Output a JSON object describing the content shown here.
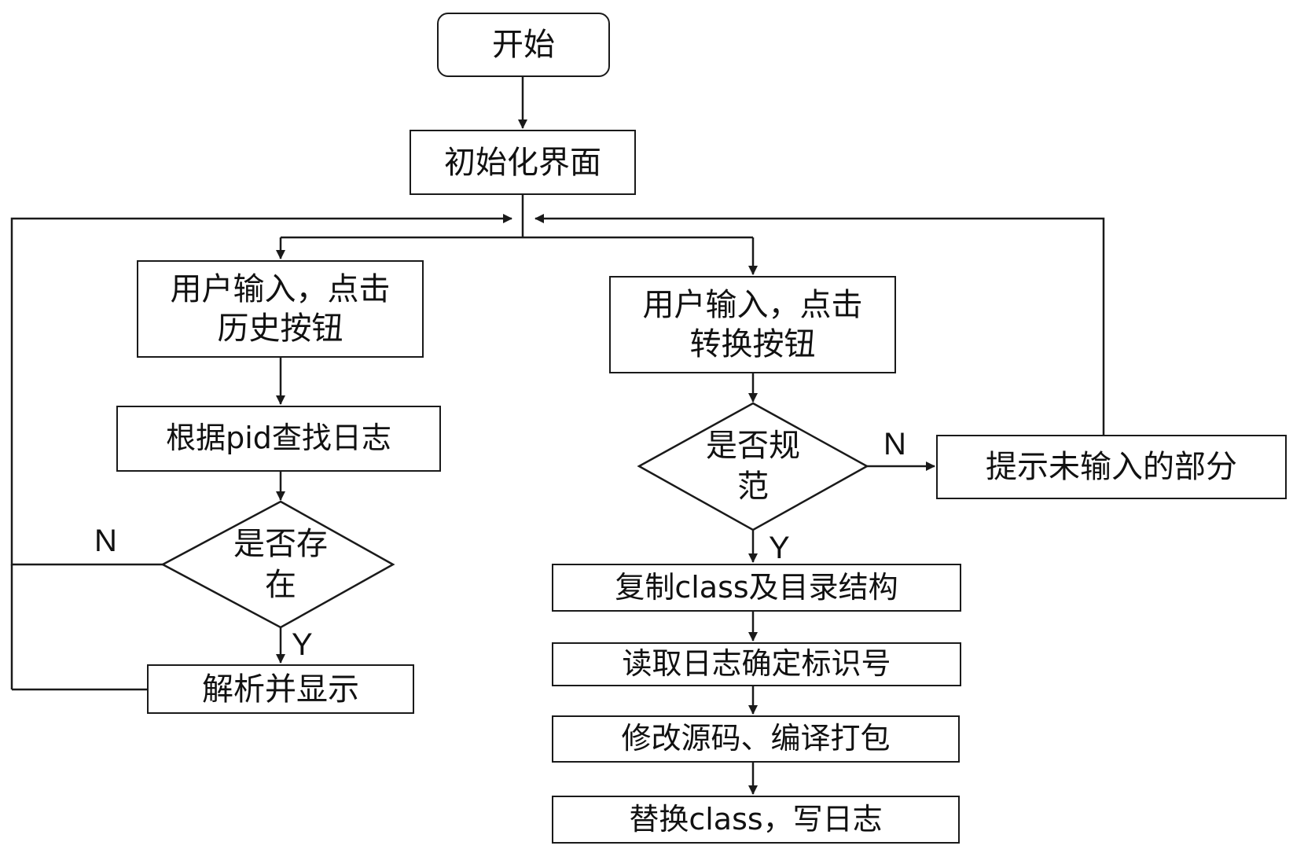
{
  "nodes": {
    "start": "开始",
    "init_ui": "初始化界面",
    "history_click": "用户输入，点击历史按钮",
    "convert_click": "用户输入，点击转换按钮",
    "find_log": "根据pid查找日志",
    "exists": "是否存在",
    "normative": "是否规范",
    "prompt_missing": "提示未输入的部分",
    "parse_display": "解析并显示",
    "copy_class": "复制class及目录结构",
    "read_log": "读取日志确定标识号",
    "modify_compile": "修改源码、编译打包",
    "replace_class": "替换class，写日志"
  },
  "edge_labels": {
    "exists_no": "N",
    "exists_yes": "Y",
    "normative_no": "N",
    "normative_yes": "Y"
  },
  "colors": {
    "stroke": "#1a1a1a",
    "text": "#111111",
    "background": "#ffffff"
  }
}
